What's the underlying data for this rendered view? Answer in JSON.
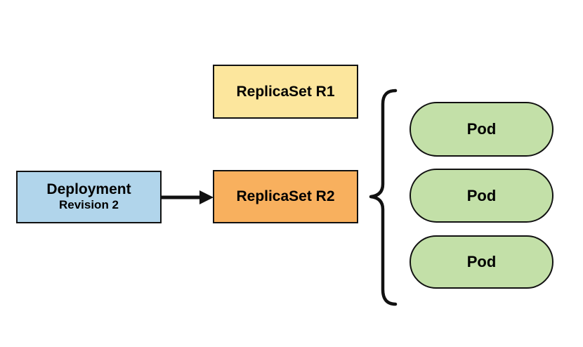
{
  "nodes": {
    "deployment": {
      "title": "Deployment",
      "subtitle": "Revision 2"
    },
    "replicaset_r1": {
      "label": "ReplicaSet R1"
    },
    "replicaset_r2": {
      "label": "ReplicaSet R2"
    },
    "pods": [
      {
        "label": "Pod"
      },
      {
        "label": "Pod"
      },
      {
        "label": "Pod"
      }
    ]
  },
  "connectors": {
    "arrow": "deployment-to-replicaset-r2",
    "brace": "replicaset-r2-groups-pods"
  },
  "colors": {
    "background": "#FFFFFF",
    "deployment_fill": "#B1D5EB",
    "replicaset_r1_fill": "#FCE69D",
    "replicaset_r2_fill": "#F8B05E",
    "pod_fill": "#C3E0A8",
    "stroke": "#111111",
    "text": "#000000"
  }
}
